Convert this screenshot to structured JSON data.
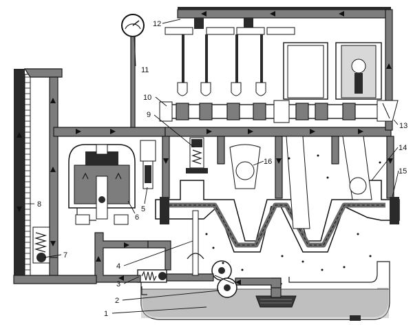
{
  "callouts": [
    {
      "id": "1",
      "text": "1"
    },
    {
      "id": "2",
      "text": "2"
    },
    {
      "id": "3",
      "text": "3"
    },
    {
      "id": "4",
      "text": "4"
    },
    {
      "id": "5",
      "text": "5"
    },
    {
      "id": "6",
      "text": "6"
    },
    {
      "id": "7",
      "text": "7"
    },
    {
      "id": "8",
      "text": "8"
    },
    {
      "id": "9",
      "text": "9"
    },
    {
      "id": "10",
      "text": "10"
    },
    {
      "id": "11",
      "text": "11"
    },
    {
      "id": "12",
      "text": "12"
    },
    {
      "id": "13",
      "text": "13"
    },
    {
      "id": "14",
      "text": "14"
    },
    {
      "id": "15",
      "text": "15"
    },
    {
      "id": "16",
      "text": "16"
    }
  ],
  "colors": {
    "pipe": "#7d7d7d",
    "oil": "#9a9a9a",
    "outline": "#1b1b1b",
    "background": "#ffffff"
  }
}
